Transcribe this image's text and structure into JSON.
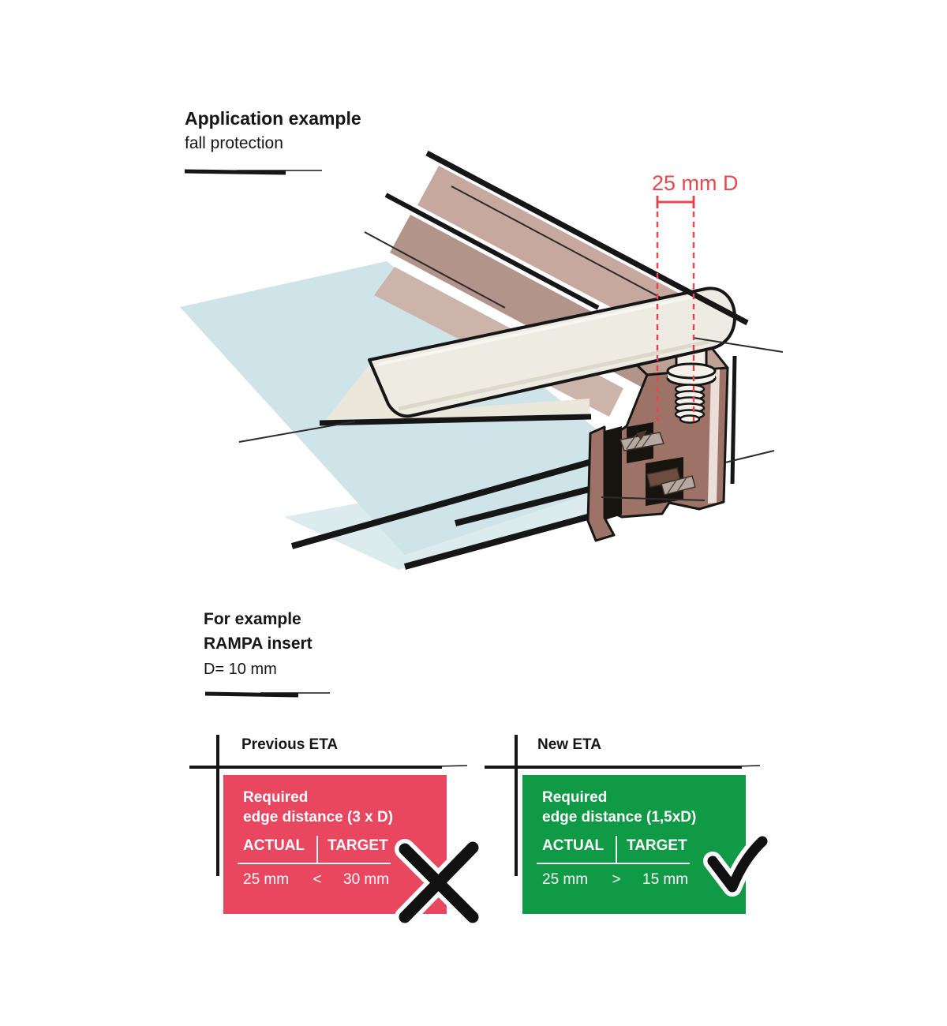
{
  "header": {
    "title": "Application example",
    "subtitle": "fall protection"
  },
  "diagram": {
    "dimension_label": "25 mm D",
    "accent_red": "#e4494f",
    "glass_color": "#cfe4e8",
    "glass_back_color": "#dcecee",
    "wood_light": "#c6a89e",
    "wood_mid": "#b2948b",
    "frame_front": "#9c7366",
    "frame_top": "#bea095",
    "rail_color": "#edebe2",
    "ink": "#161616"
  },
  "note": {
    "line1": "For example",
    "line2": "RAMPA insert",
    "line3": "D= 10 mm"
  },
  "comparison": {
    "previous": {
      "heading": "Previous ETA",
      "box_color": "#e9465f",
      "requirement_line1": "Required",
      "requirement_line2": "edge distance (3 x D)",
      "actual_label": "ACTUAL",
      "target_label": "TARGET",
      "actual_value": "25 mm",
      "comparator": "<",
      "target_value": "30 mm",
      "result": "fail",
      "result_icon": "x-mark"
    },
    "new": {
      "heading": "New ETA",
      "box_color": "#109a46",
      "requirement_line1": "Required",
      "requirement_line2": "edge distance (1,5xD)",
      "actual_label": "ACTUAL",
      "target_label": "TARGET",
      "actual_value": "25 mm",
      "comparator": ">",
      "target_value": "15 mm",
      "result": "pass",
      "result_icon": "check-mark"
    }
  }
}
